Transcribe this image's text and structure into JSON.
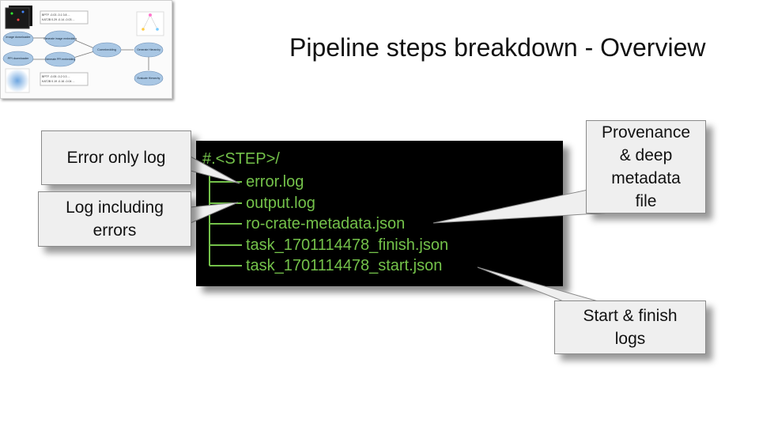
{
  "slide": {
    "title": "Pipeline steps breakdown - Overview"
  },
  "thumbnail": {
    "nodes": {
      "image_downloader": "Image downloader",
      "ppi_downloader": "PPI downloader",
      "gen_image_emb": "Generate image embedding",
      "gen_ppi_emb": "Generate PPI embedding",
      "coembedding": "Coembedding",
      "gen_hierarchy": "Generate Hierarchy",
      "eval_hierarchy": "Evaluate Hierarchy"
    },
    "tables": {
      "top_row1": "BPTF -0.03 -0.1 0.8 ...",
      "top_row2": "KAT2B 0.29 -0.14 -0.03 ...",
      "bottom_row1": "BPTF -0.05 -0.2 0.3 ...",
      "bottom_row2": "KAT2B 0.19 -0.16 -0.04 ..."
    }
  },
  "terminal": {
    "root": "#.<STEP>/",
    "files": [
      "error.log",
      "output.log",
      "ro-crate-metadata.json",
      "task_1701114478_finish.json",
      "task_1701114478_start.json"
    ]
  },
  "callouts": {
    "error_only": "Error only log",
    "log_including": [
      "Log including",
      "errors"
    ],
    "provenance": [
      "Provenance",
      "& deep",
      "metadata",
      "file"
    ],
    "start_finish": [
      "Start & finish",
      "logs"
    ]
  },
  "colors": {
    "terminal_bg": "#000000",
    "terminal_text": "#74c24a",
    "callout_bg": "#efefef",
    "node_fill": "#a9c7e4"
  }
}
